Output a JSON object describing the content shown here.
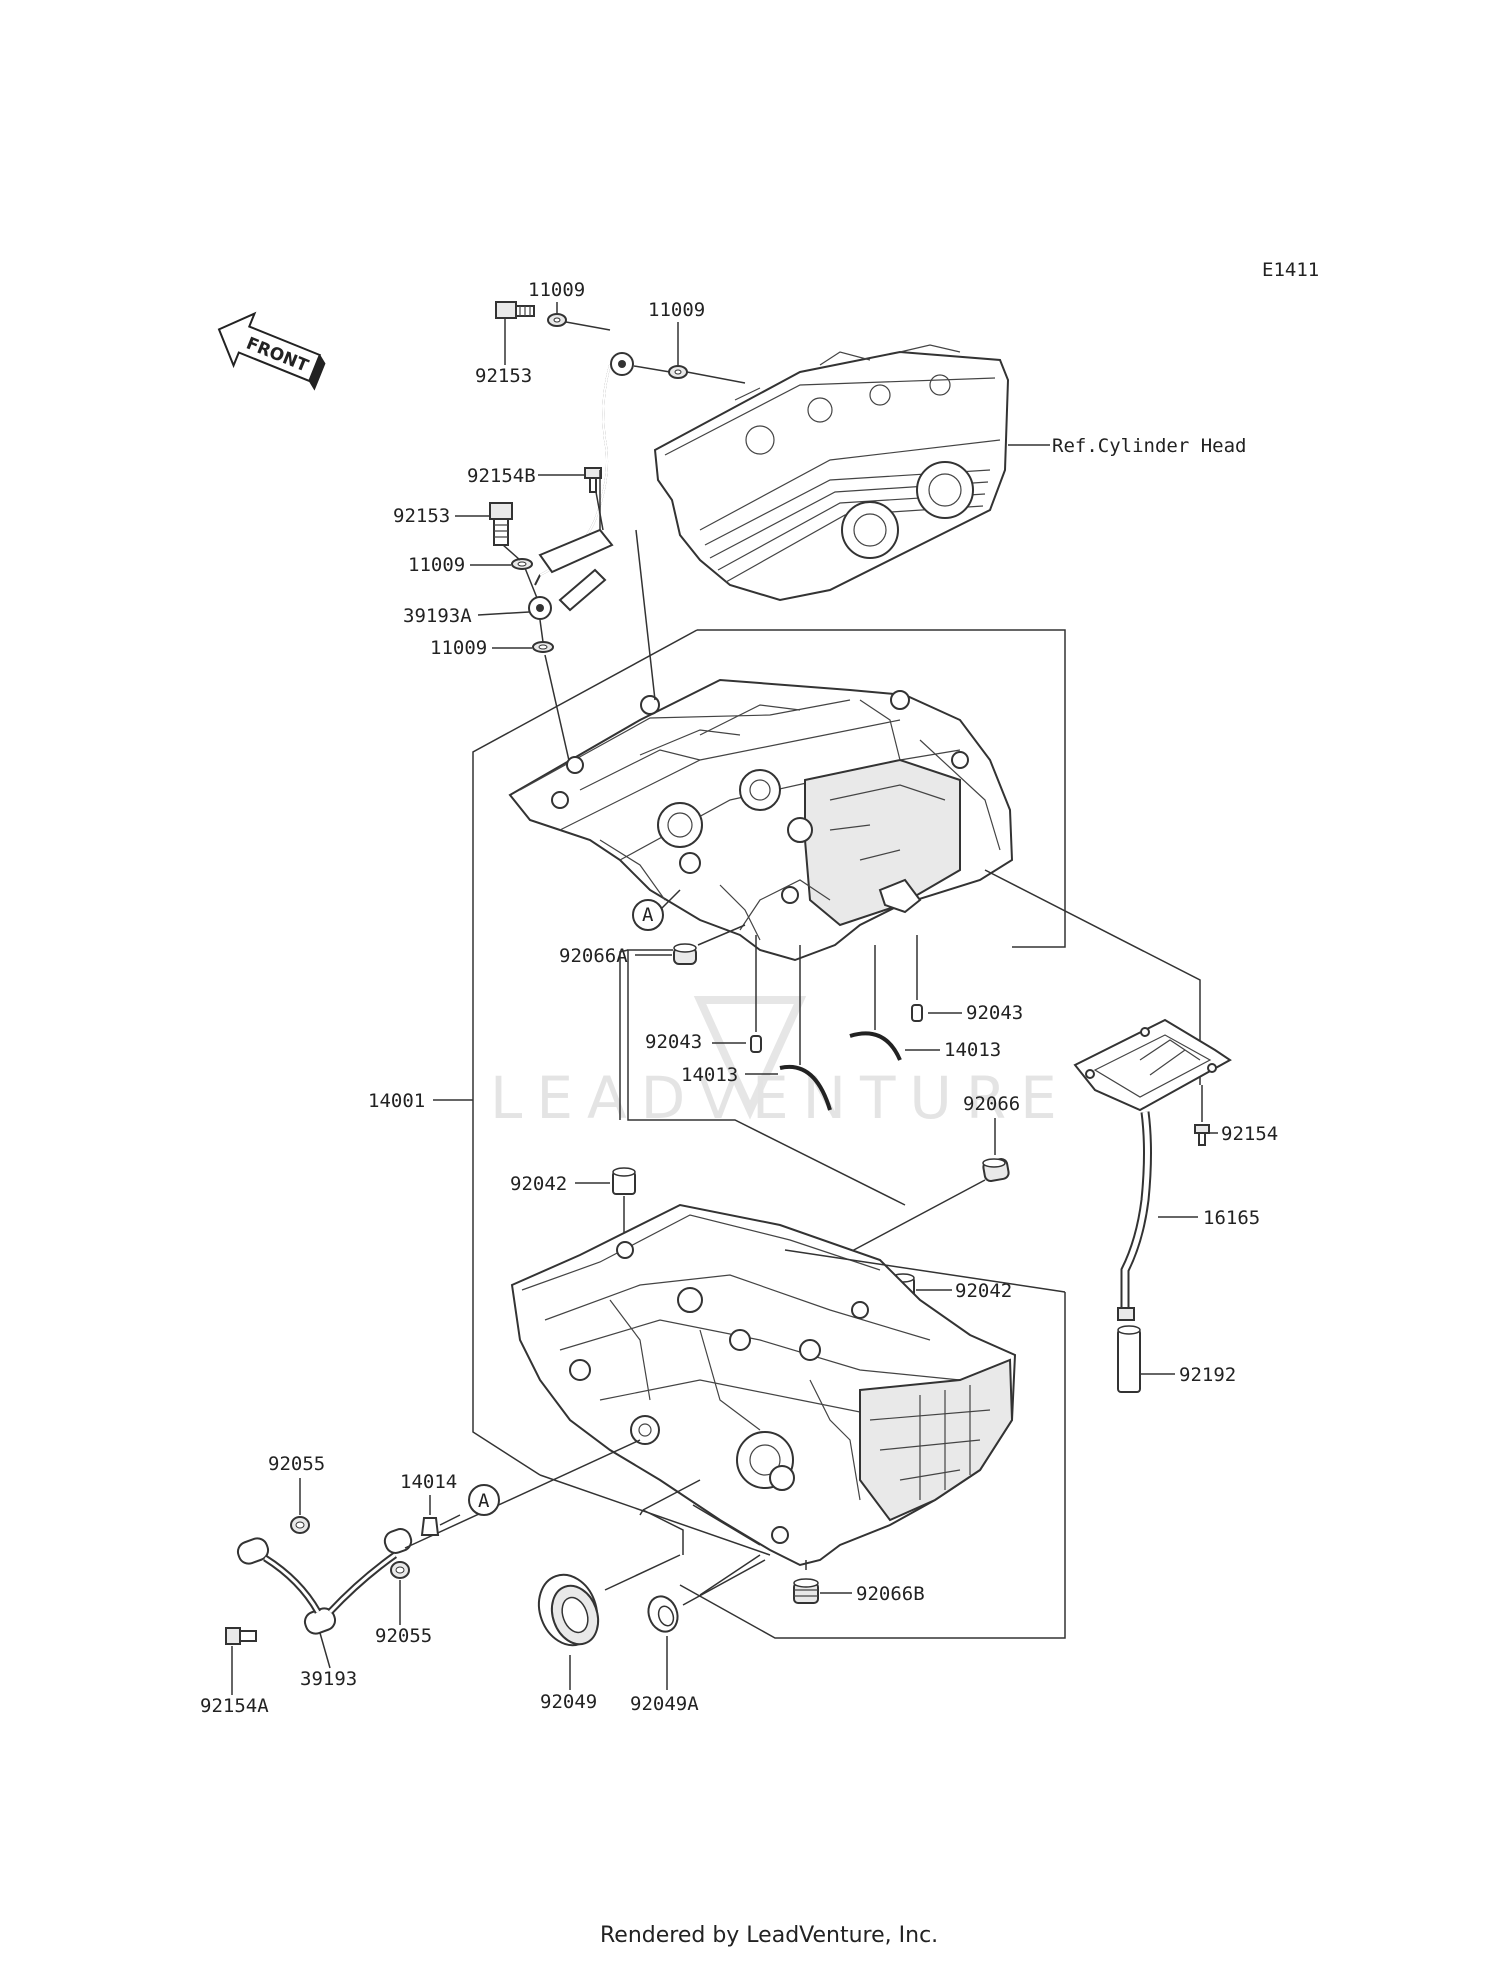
{
  "diagram_code": "E1411",
  "front_label": "FRONT",
  "watermark": "LEADVENTURE",
  "footer": "Rendered by LeadVenture, Inc.",
  "callouts": {
    "a_top": "A",
    "a_bottom": "A"
  },
  "parts": {
    "p11009_top1": "11009",
    "p11009_top2": "11009",
    "p92153_top": "92153",
    "ref_cylinder_head": "Ref.Cylinder Head",
    "p92154B": "92154B",
    "p92153_mid": "92153",
    "p11009_mid1": "11009",
    "p39193A": "39193A",
    "p11009_mid2": "11009",
    "p92066A": "92066A",
    "p92043_right": "92043",
    "p92043_left": "92043",
    "p14013_right": "14013",
    "p14013_left": "14013",
    "p14001": "14001",
    "p92066": "92066",
    "p92154": "92154",
    "p92042_left": "92042",
    "p16165": "16165",
    "p92042_right": "92042",
    "p92192": "92192",
    "p92055_top": "92055",
    "p14014": "14014",
    "p92066B": "92066B",
    "p92055_bottom": "92055",
    "p92154A": "92154A",
    "p39193": "39193",
    "p92049": "92049",
    "p92049A": "92049A"
  }
}
